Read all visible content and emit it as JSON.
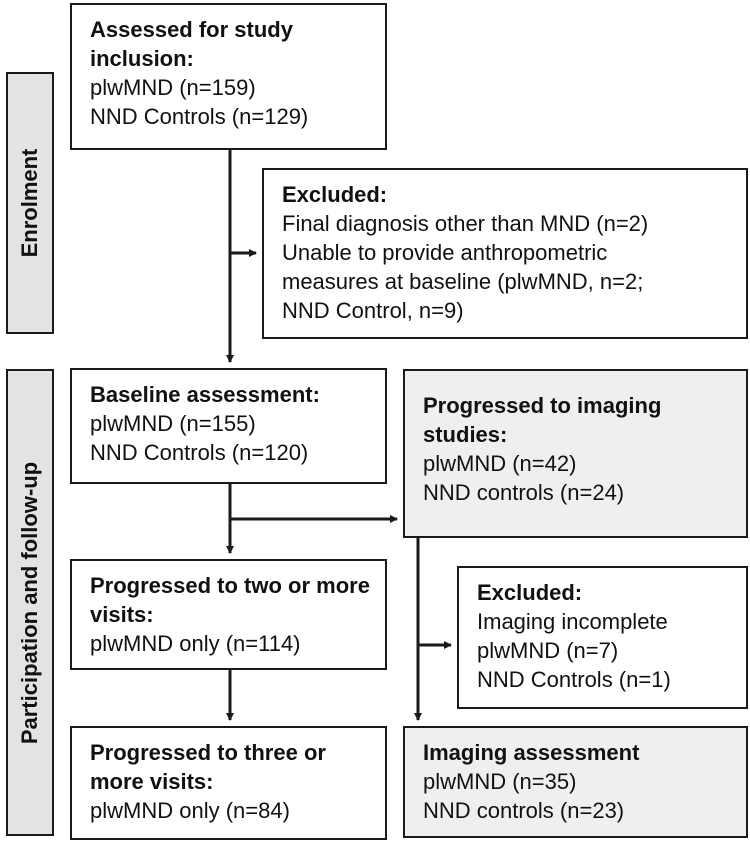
{
  "side_labels": {
    "enrolment": "Enrolment",
    "participation": "Participation and follow-up"
  },
  "boxes": {
    "assessed": {
      "title": "Assessed for study inclusion:",
      "lines": [
        "plwMND (n=159)",
        "NND Controls (n=129)"
      ]
    },
    "excluded_enrol": {
      "title": "Excluded:",
      "lines": [
        "Final diagnosis other than MND (n=2)",
        "Unable to provide anthropometric",
        "measures at baseline (plwMND, n=2;",
        "NND Control, n=9)"
      ]
    },
    "baseline": {
      "title": "Baseline assessment:",
      "lines": [
        "plwMND (n=155)",
        "NND Controls (n=120)"
      ]
    },
    "imaging_studies": {
      "title": "Progressed to imaging studies:",
      "lines": [
        "plwMND (n=42)",
        "NND controls (n=24)"
      ]
    },
    "two_visits": {
      "title": "Progressed to two or more visits:",
      "lines": [
        "plwMND only (n=114)"
      ]
    },
    "excluded_imaging": {
      "title": "Excluded:",
      "lines": [
        "Imaging incomplete",
        "plwMND (n=7)",
        "NND Controls (n=1)"
      ]
    },
    "three_visits": {
      "title": "Progressed to three or more visits:",
      "lines": [
        "plwMND only (n=84)"
      ]
    },
    "imaging_assessment": {
      "title": "Imaging assessment",
      "lines": [
        "plwMND (n=35)",
        "NND controls (n=23)"
      ]
    }
  },
  "colors": {
    "border": "#1a1a1a",
    "highlight_fill": "#efefef",
    "side_fill": "#e3e3e3"
  }
}
